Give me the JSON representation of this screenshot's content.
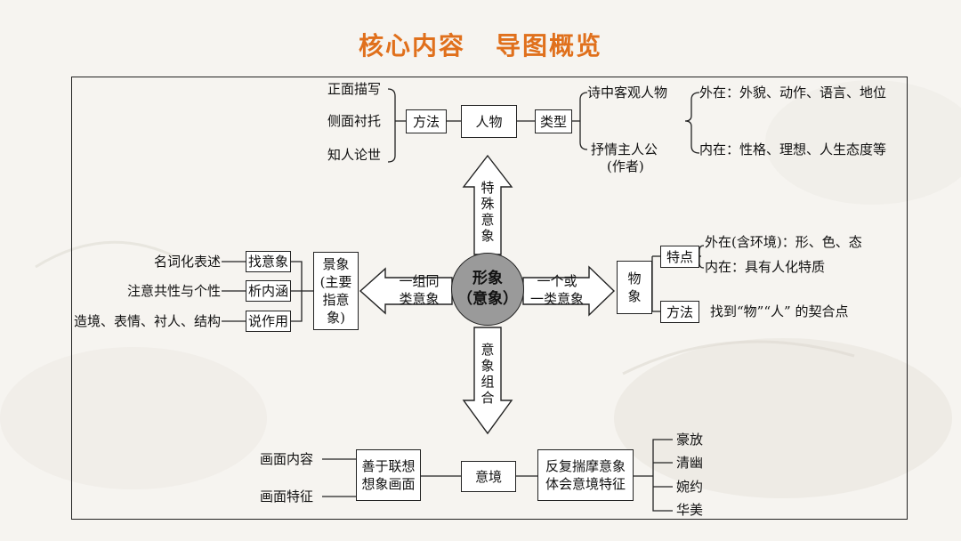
{
  "title": {
    "left": "核心内容",
    "right": "导图概览"
  },
  "center": {
    "line1": "形象",
    "line2": "（意象）"
  },
  "arrows": {
    "up": "特殊意象",
    "down": "意象组合",
    "left": {
      "line1": "一组同",
      "line2": "类意象"
    },
    "right": {
      "line1": "一个或",
      "line2": "一类意象"
    }
  },
  "top": {
    "methods": [
      "正面描写",
      "侧面衬托",
      "知人论世"
    ],
    "method_box": "方法",
    "person_box": "人物",
    "type_box": "类型",
    "types": {
      "objective": "诗中客观人物",
      "lyric": "抒情主人公",
      "lyric_sub": "(作者)"
    },
    "aspects": {
      "outer": "外在：外貌、动作、语言、地位",
      "inner": "内在：性格、理想、人生态度等"
    }
  },
  "left": {
    "items": [
      "名词化表述",
      "注意共性与个性",
      "造境、表情、衬人、结构"
    ],
    "boxes": [
      "找意象",
      "析内涵",
      "说作用"
    ],
    "scene": {
      "line1": "景象",
      "line2": "(主要",
      "line3": "指意",
      "line4": "象)"
    }
  },
  "right": {
    "object_box": {
      "line1": "物",
      "line2": "象"
    },
    "feature_box": "特点",
    "method_box": "方法",
    "features": [
      "外在(含环境)：形、色、态",
      "内在：具有人化特质"
    ],
    "method_text": "找到“物”“人” 的契合点"
  },
  "bottom": {
    "items": [
      "画面内容",
      "画面特征"
    ],
    "imagine_box": {
      "line1": "善于联想",
      "line2": "想象画面"
    },
    "realm_box": "意境",
    "reflect_box": {
      "line1": "反复揣摩意象",
      "line2": "体会意境特征"
    },
    "styles": [
      "豪放",
      "清幽",
      "婉约",
      "华美"
    ]
  }
}
